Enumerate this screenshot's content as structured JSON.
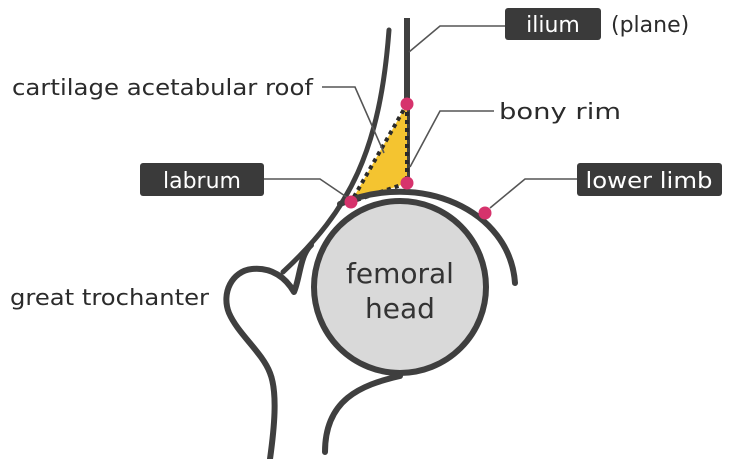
{
  "labels": {
    "ilium": "ilium",
    "ilium_note": "(plane)",
    "cartilage": "cartilage acetabular roof",
    "bony_rim": "bony rim",
    "labrum": "labrum",
    "lower_limb": "lower limb",
    "great_trochanter": "great trochanter",
    "femoral_head_line1": "femoral",
    "femoral_head_line2": "head"
  },
  "colors": {
    "stroke": "#3f3f3f",
    "tag_bg": "#3a3a3a",
    "tag_text": "#ffffff",
    "leader": "#555555",
    "femoral_head_fill": "#d9d9d9",
    "cartilage_fill": "#f4c430",
    "marker": "#d6336c"
  }
}
